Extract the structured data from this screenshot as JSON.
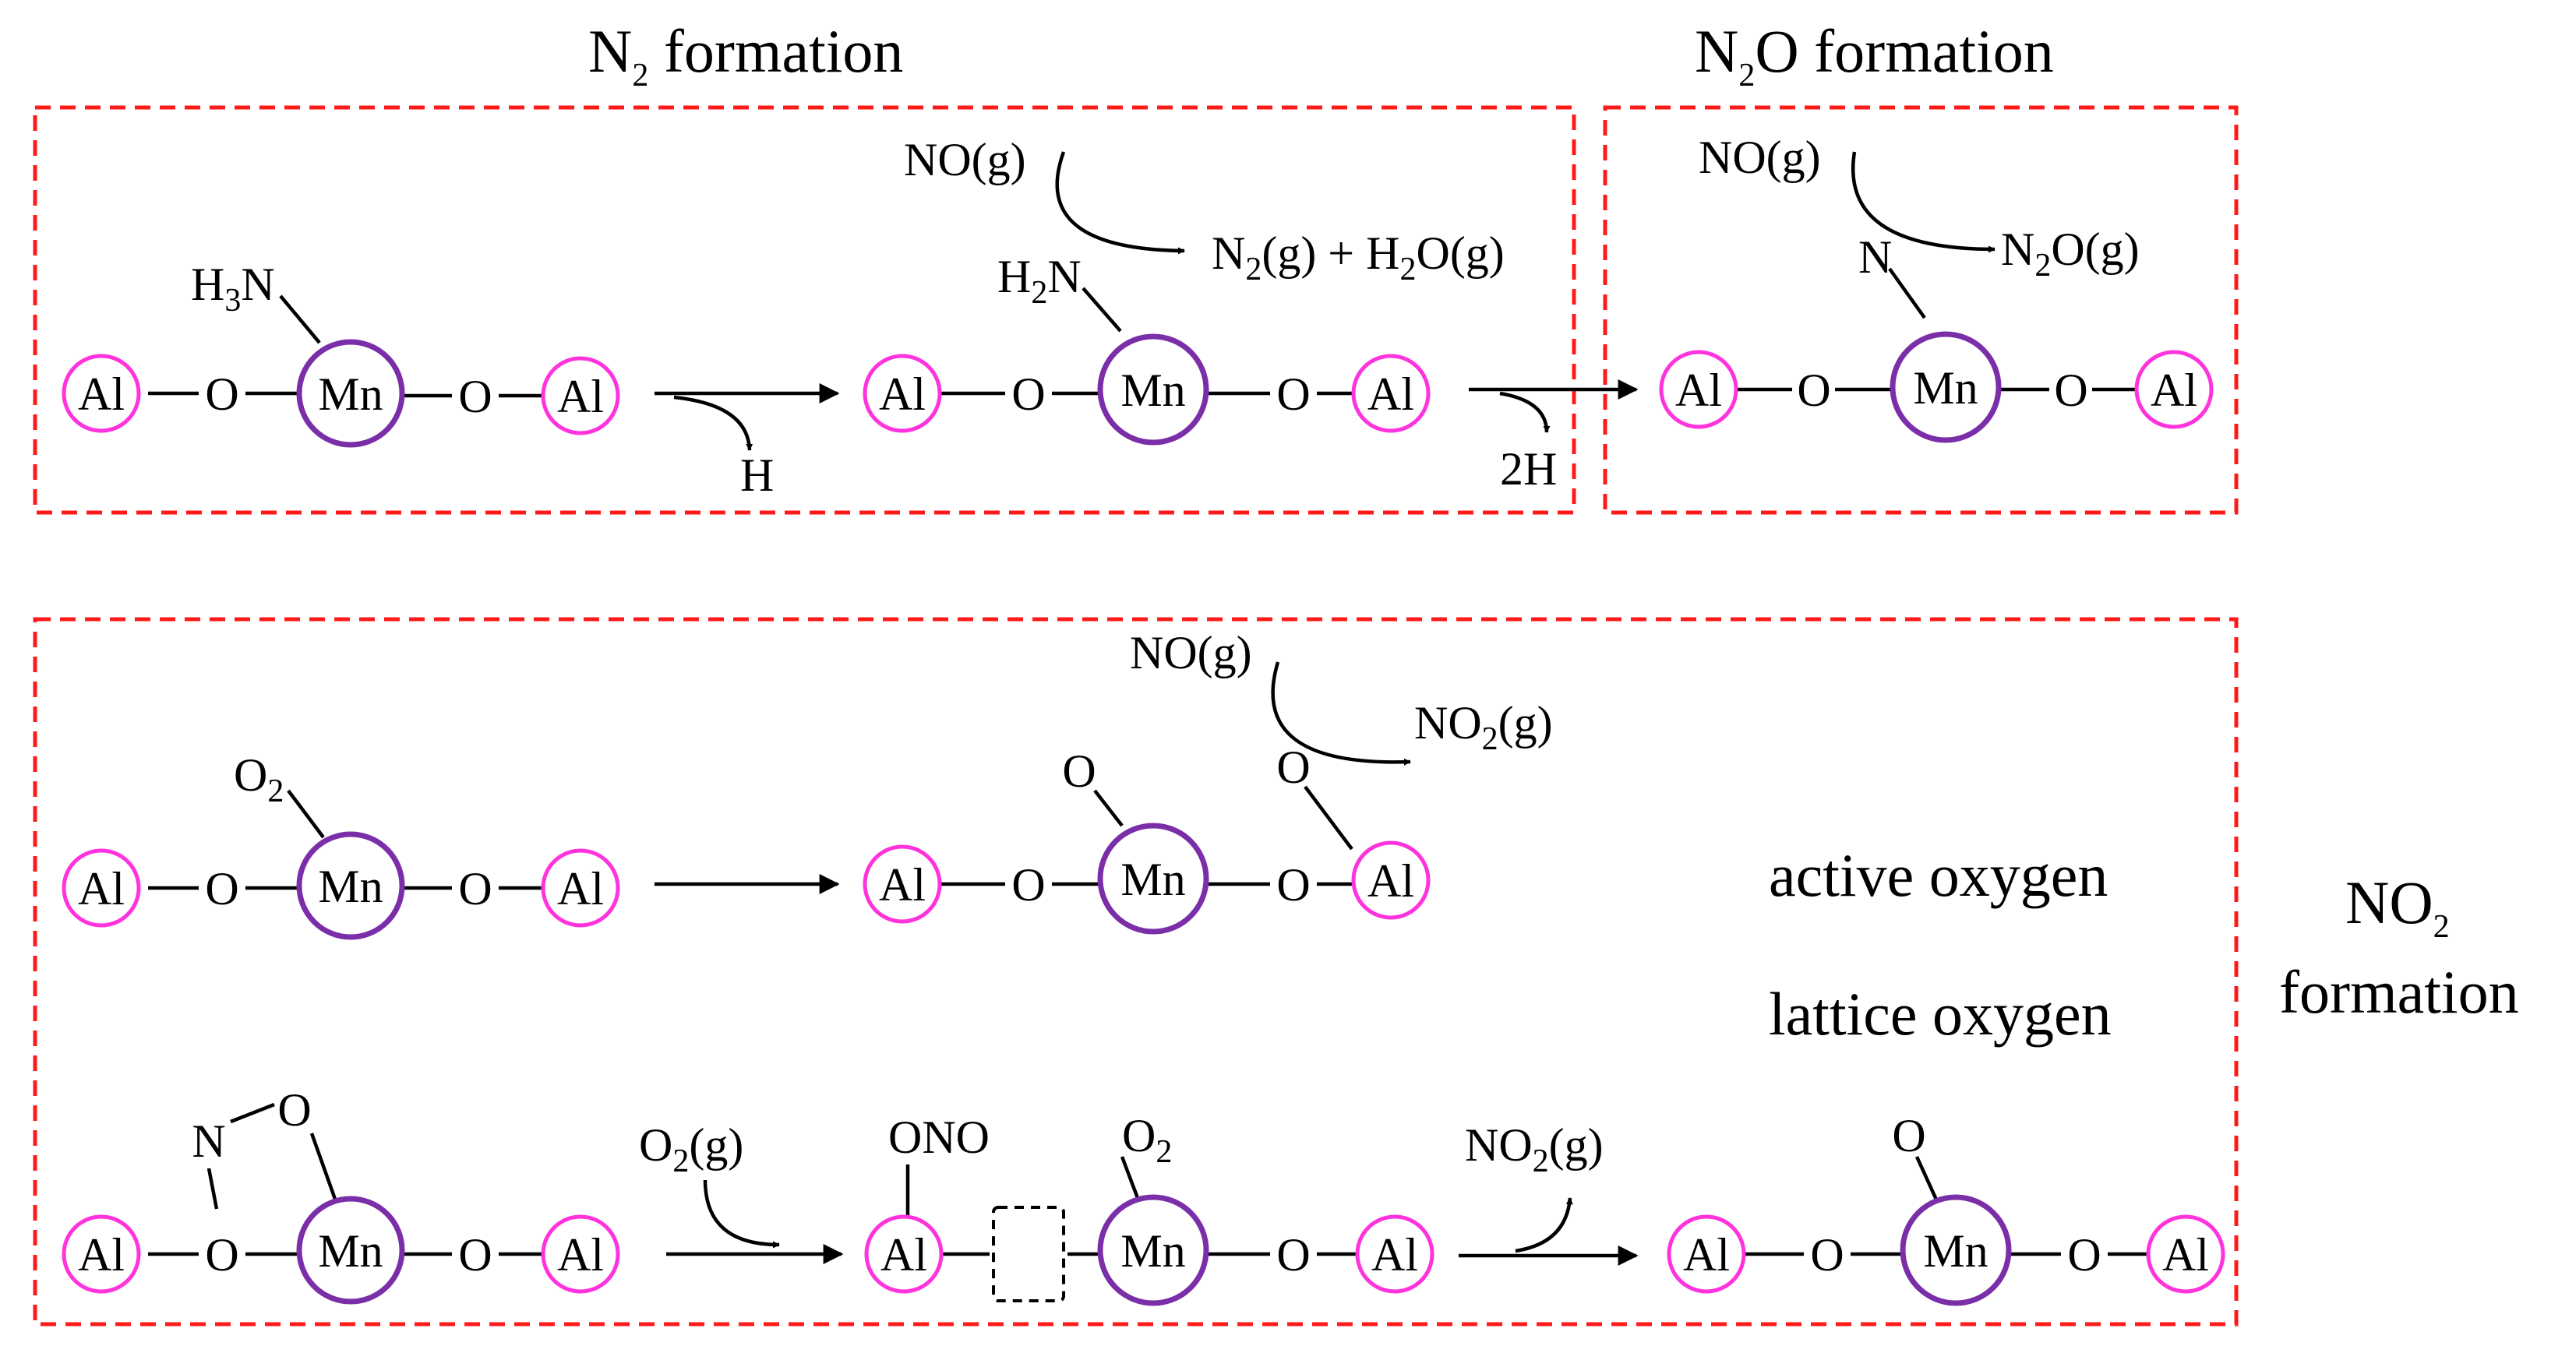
{
  "sections": {
    "n2": {
      "title_main": "N",
      "title_sub": "2",
      "title_rest": " formation"
    },
    "n2o": {
      "title_main": "N",
      "title_sub": "2",
      "title_rest": "O formation"
    },
    "no2": {
      "title_main": "NO",
      "title_sub": "2",
      "title_rest": "formation"
    }
  },
  "atoms": {
    "al": "Al",
    "mn": "Mn",
    "o": "O",
    "n": "N"
  },
  "n2_pathway": {
    "adsorbate_1": {
      "main": "H",
      "sub": "3",
      "rest": "N"
    },
    "adsorbate_2": {
      "main": "H",
      "sub": "2",
      "rest": "N"
    },
    "leaving_1": "H",
    "reactant": "NO(g)",
    "product": {
      "p1": "N",
      "s1": "2",
      "p2": "(g) + H",
      "s2": "2",
      "p3": "O(g)"
    },
    "leaving_2": "2H"
  },
  "n2o_pathway": {
    "reactant": "NO(g)",
    "adsorbate": "N",
    "product": {
      "main": "N",
      "sub": "2",
      "rest": "O(g)"
    }
  },
  "no2_pathway": {
    "adsorbate_o2": {
      "main": "O",
      "sub": "2"
    },
    "reactant": "NO(g)",
    "product": {
      "main": "NO",
      "sub": "2",
      "rest": "(g)"
    },
    "label_active": "active oxygen",
    "label_lattice": "lattice oxygen",
    "gas_in": {
      "main": "O",
      "sub": "2",
      "rest": "(g)"
    },
    "ono": "ONO",
    "gas_out": {
      "main": "NO",
      "sub": "2",
      "rest": "(g)"
    }
  }
}
